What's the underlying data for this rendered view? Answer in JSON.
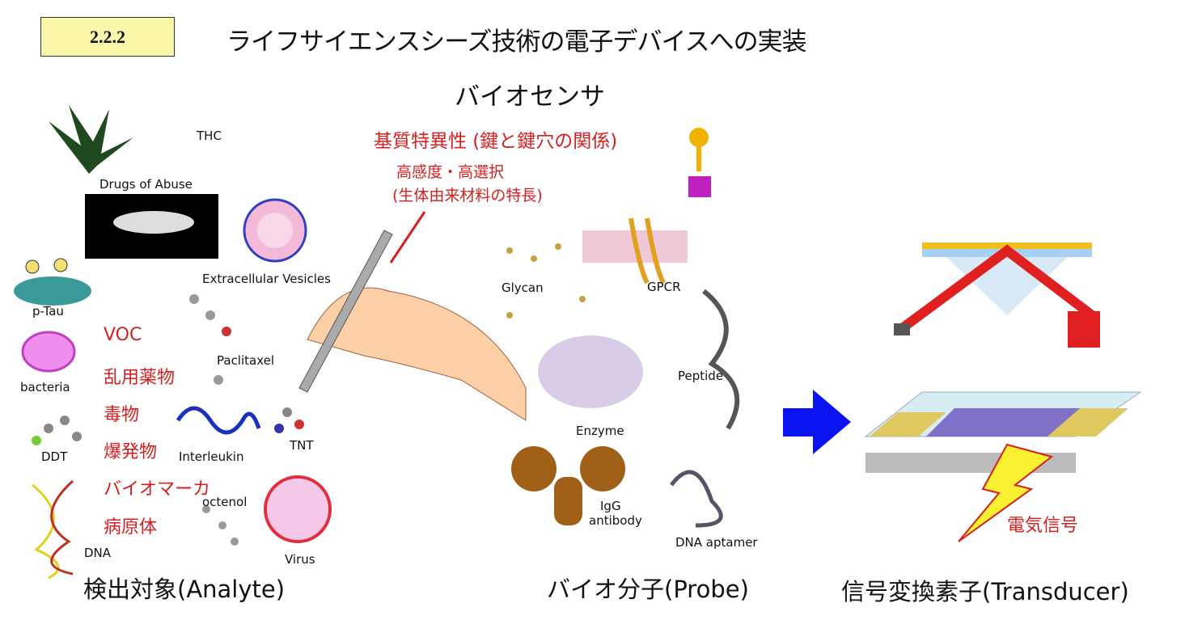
{
  "section_number": "2.2.2",
  "title": "ライフサイエンスシーズ技術の電子デバイスへの実装",
  "subtitle": "バイオセンサ",
  "specificity": {
    "heading": "基質特異性 (鍵と鍵穴の関係)",
    "line1": "高感度・高選択",
    "line2": "(生体由来材料の特長)"
  },
  "analytes": {
    "thc": "THC",
    "drugs": "Drugs of Abuse",
    "vesicles": "Extracellular Vesicles",
    "ptau": "p-Tau",
    "bacteria": "bacteria",
    "paclitaxel": "Paclitaxel",
    "ddt": "DDT",
    "interleukin": "Interleukin",
    "tnt": "TNT",
    "dna": "DNA",
    "octenol": "octenol",
    "virus": "Virus"
  },
  "categories": [
    "VOC",
    "乱用薬物",
    "毒物",
    "爆発物",
    "バイオマーカ",
    "病原体"
  ],
  "probes": {
    "glycan": "Glycan",
    "gpcr": "GPCR",
    "peptide": "Peptide",
    "enzyme": "Enzyme",
    "igg1": "IgG",
    "igg2": "antibody",
    "aptamer": "DNA aptamer"
  },
  "transducer": {
    "signal": "電気信号"
  },
  "footers": {
    "analyte": "検出対象(Analyte)",
    "probe": "バイオ分子(Probe)",
    "transducer": "信号変換素子(Transducer)"
  },
  "colors": {
    "red": "#d42020",
    "arrow": "#0a14f0",
    "key": "#f0b400",
    "lock": "#c020c0"
  }
}
